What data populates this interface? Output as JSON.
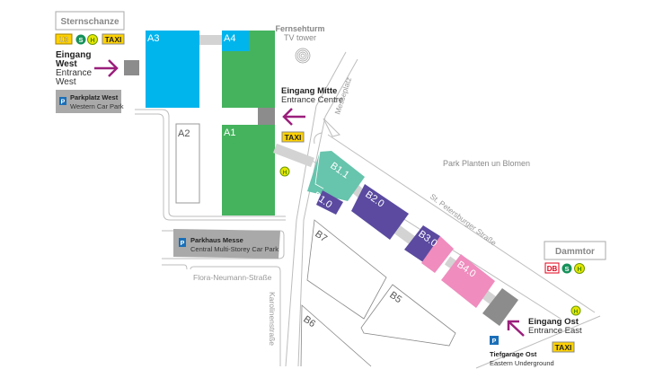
{
  "colors": {
    "hall_a3_a4": "#00b4ec",
    "hall_a1_a4": "#45b35e",
    "hall_b1_1": "#67c4ad",
    "hall_b_purple": "#5b4aa0",
    "hall_b_pink": "#f08cbe",
    "entrance": "#8c8c8c",
    "arrow": "#9b1f7c",
    "taxi": "#ffd200",
    "parking": "#1a6fb8"
  },
  "stations": {
    "west": {
      "name": "Sternschanze",
      "icons": [
        "U3",
        "S",
        "H",
        "TAXI"
      ]
    },
    "east": {
      "name": "Dammtor",
      "icons": [
        "DB",
        "S",
        "H"
      ]
    }
  },
  "entrances": {
    "west": {
      "de": [
        "Eingang",
        "West"
      ],
      "en": [
        "Entrance",
        "West"
      ]
    },
    "centre": {
      "de": "Eingang Mitte",
      "en": "Entrance Centre",
      "taxi": "TAXI",
      "bus": "H"
    },
    "east": {
      "de": "Eingang Ost",
      "en": "Entrance East",
      "taxi": "TAXI",
      "bus": "H"
    }
  },
  "parking": {
    "west": {
      "de": "Parkplatz West",
      "en": "Western  Car Park",
      "icon": "P"
    },
    "central": {
      "de": "Parkhaus Messe",
      "en": "Central Multi-Storey  Car Park",
      "icon": "P"
    },
    "east": {
      "de": "Tiefgarage Ost",
      "en": "Eastern Underground",
      "icon": "P"
    }
  },
  "landmarks": {
    "tv_tower": {
      "de": "Fernsehturm",
      "en": "TV tower"
    },
    "park": "Park Planten un Blomen"
  },
  "streets": {
    "messeplatz": "Messeplatz",
    "st_petersburger": "St. Petersburger Straße",
    "flora_neumann": "Flora-Neumann-Straße",
    "karolinen": "Karolinenstraße"
  },
  "halls": {
    "a1": "A1",
    "a2": "A2",
    "a3": "A3",
    "a4": "A4",
    "b1_0": "B1.0",
    "b1_1": "B1.1",
    "b2_0": "B2.0",
    "b3_0": "B3.0",
    "b4_0": "B4.0",
    "b5": "B5",
    "b6": "B6",
    "b7": "B7"
  }
}
